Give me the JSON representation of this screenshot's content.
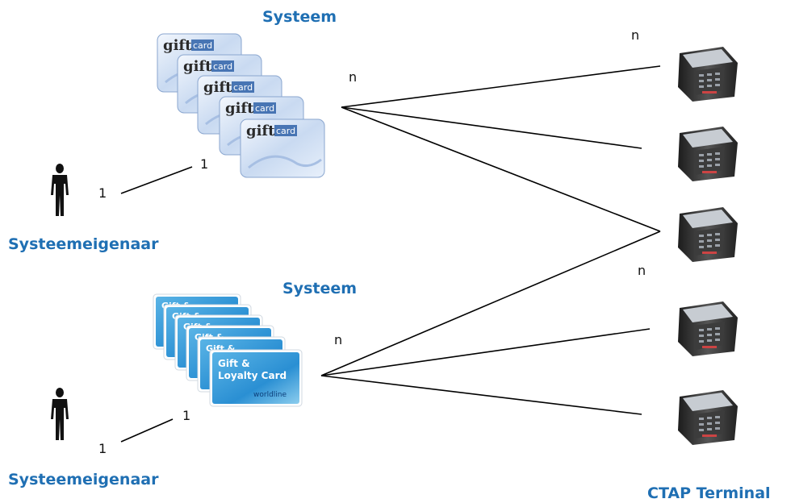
{
  "diagram": {
    "system_top_label": "Systeem",
    "system_bottom_label": "Systeem",
    "owner_top_label": "Systeemeigenaar",
    "owner_bottom_label": "Systeemeigenaar",
    "terminal_label": "CTAP Terminal",
    "cardinality": {
      "owner_top_one": "1",
      "cards_top_one": "1",
      "owner_bottom_one": "1",
      "cards_bottom_one": "1",
      "cards_top_n": "n",
      "cards_bottom_n": "n",
      "terminals_top_n": "n",
      "terminals_bottom_n": "n"
    },
    "card_top_text": "gift card",
    "card_bottom_text": "Gift & Loyalty Card",
    "card_bottom_brand": "worldline",
    "colors": {
      "title_blue": "#1f6fb3",
      "line": "#000000"
    }
  }
}
